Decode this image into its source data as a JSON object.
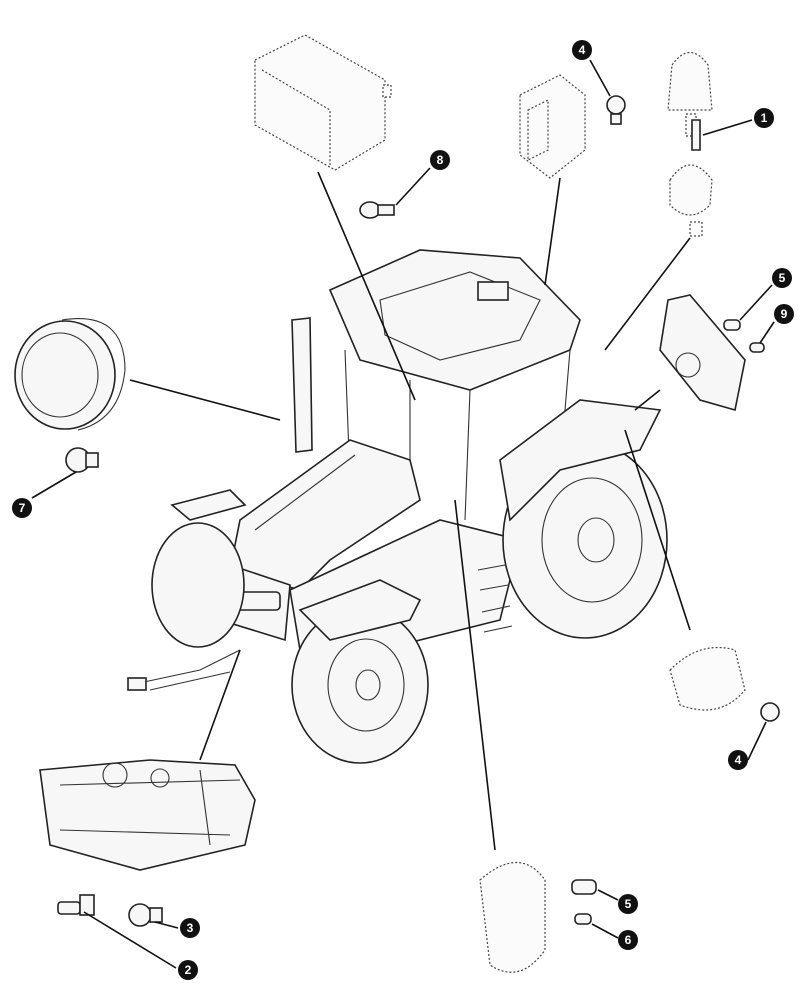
{
  "diagram": {
    "background": "#ffffff",
    "callout_color": "#111111",
    "callouts": [
      {
        "id": "c1",
        "label": "1",
        "ref": "beacon-bulb"
      },
      {
        "id": "c2",
        "label": "2",
        "ref": "headlight-bulb-a"
      },
      {
        "id": "c3",
        "label": "3",
        "ref": "headlight-bulb-b"
      },
      {
        "id": "c4a",
        "label": "4",
        "ref": "cab-light-bulb"
      },
      {
        "id": "c4b",
        "label": "4",
        "ref": "fender-light-bulb"
      },
      {
        "id": "c5a",
        "label": "5",
        "ref": "rear-lamp-bulb"
      },
      {
        "id": "c5b",
        "label": "5",
        "ref": "side-marker-bulb"
      },
      {
        "id": "c6",
        "label": "6",
        "ref": "side-marker-small-bulb"
      },
      {
        "id": "c7",
        "label": "7",
        "ref": "work-lamp-bulb"
      },
      {
        "id": "c8",
        "label": "8",
        "ref": "roof-lamp-bulb"
      },
      {
        "id": "c9",
        "label": "9",
        "ref": "rear-lamp-small-bulb"
      }
    ]
  }
}
